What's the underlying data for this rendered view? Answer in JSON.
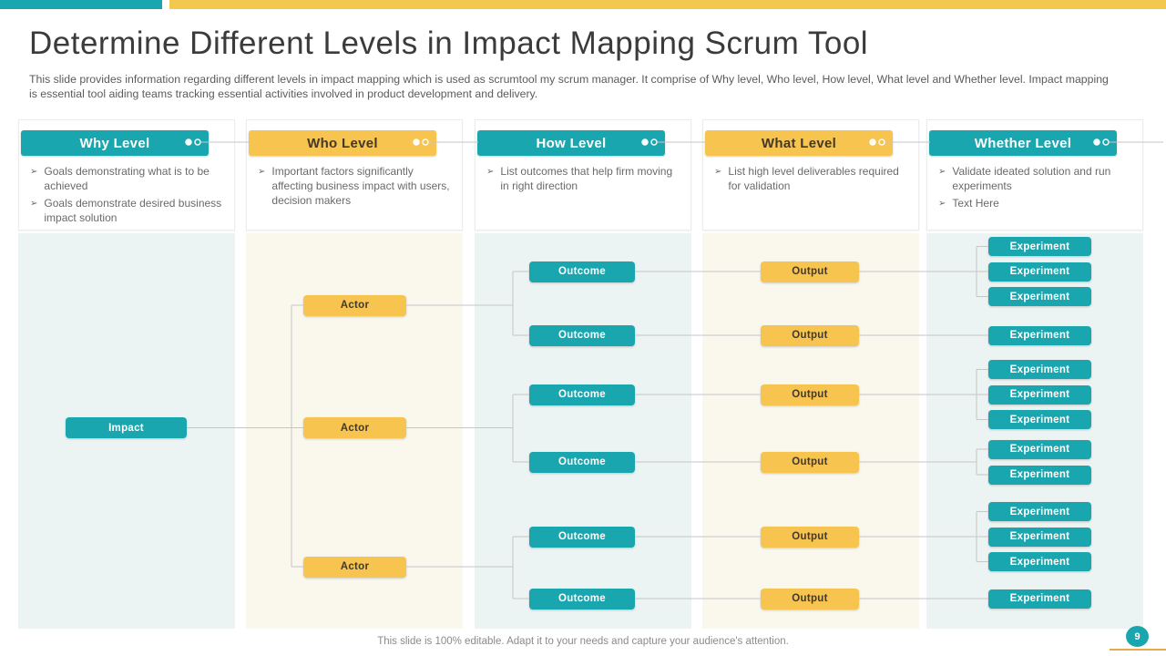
{
  "slide": {
    "title": "Determine Different Levels in Impact Mapping Scrum Tool",
    "subtitle": "This slide provides information regarding different levels in impact mapping which is used as scrumtool my scrum manager. It comprise of Why level, Who level, How level, What level and Whether level.  Impact mapping is essential tool aiding teams tracking essential activities involved in product development and delivery.",
    "footer": "This slide is 100% editable. Adapt it to your needs and capture your audience's attention.",
    "page_number": "9"
  },
  "colors": {
    "teal": "#1AA6AF",
    "yellow": "#F6C44F",
    "teal_tint": "#EBF4F3",
    "cream_tint": "#FAF7ED",
    "connector_gray": "#c6c6c6"
  },
  "columns": [
    {
      "label": "Why Level",
      "accent": "teal",
      "bullets": [
        "Goals demonstrating what is to be achieved",
        "Goals demonstrate desired business impact solution"
      ]
    },
    {
      "label": "Who Level",
      "accent": "yellow",
      "bullets": [
        "Important factors significantly affecting business impact with users, decision makers"
      ]
    },
    {
      "label": "How Level",
      "accent": "teal",
      "bullets": [
        "List outcomes that help firm moving in right direction"
      ]
    },
    {
      "label": "What Level",
      "accent": "yellow",
      "bullets": [
        "List high level deliverables required for validation"
      ]
    },
    {
      "label": "Whether Level",
      "accent": "teal",
      "bullets": [
        "Validate ideated solution and run experiments",
        "Text Here"
      ]
    }
  ],
  "tree": {
    "impact_label": "Impact",
    "actor_label": "Actor",
    "outcome_label": "Outcome",
    "output_label": "Output",
    "experiment_label": "Experiment",
    "actor_count": 3,
    "outcomes_per_actor": 2,
    "experiments_per_output": [
      3,
      1,
      3,
      2,
      3,
      1
    ]
  }
}
